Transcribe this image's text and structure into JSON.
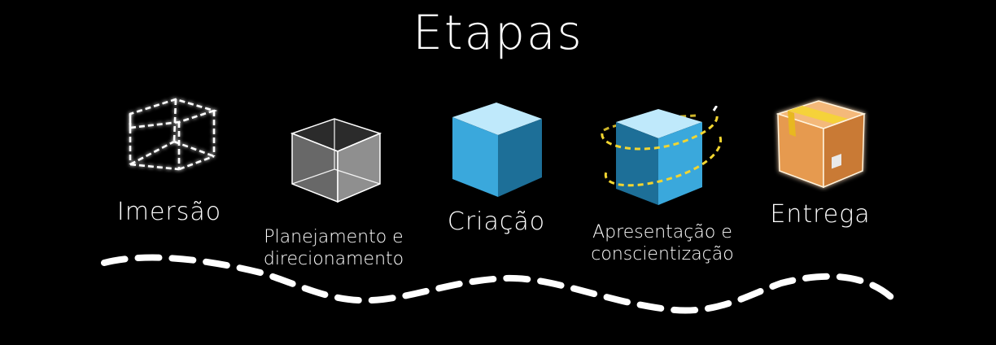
{
  "title": "Etapas",
  "stages": [
    {
      "label": "Imersão",
      "icon": "wireframe-cube-icon"
    },
    {
      "label_lines": [
        "Planejamento e",
        "direcionamento"
      ],
      "icon": "glass-cube-icon"
    },
    {
      "label": "Criação",
      "icon": "blue-cube-icon"
    },
    {
      "label_lines": [
        "Apresentação e",
        "conscientização"
      ],
      "icon": "orbit-cube-icon"
    },
    {
      "label": "Entrega",
      "icon": "package-box-icon"
    }
  ],
  "colors": {
    "background": "#000000",
    "text": "#ffffff",
    "cube_front": "#3aa8dc",
    "cube_top": "#bfe9fb",
    "cube_side": "#1d6f98",
    "orbit": "#f2d530",
    "box": "#e69a4f",
    "tape": "#f5d23a"
  }
}
